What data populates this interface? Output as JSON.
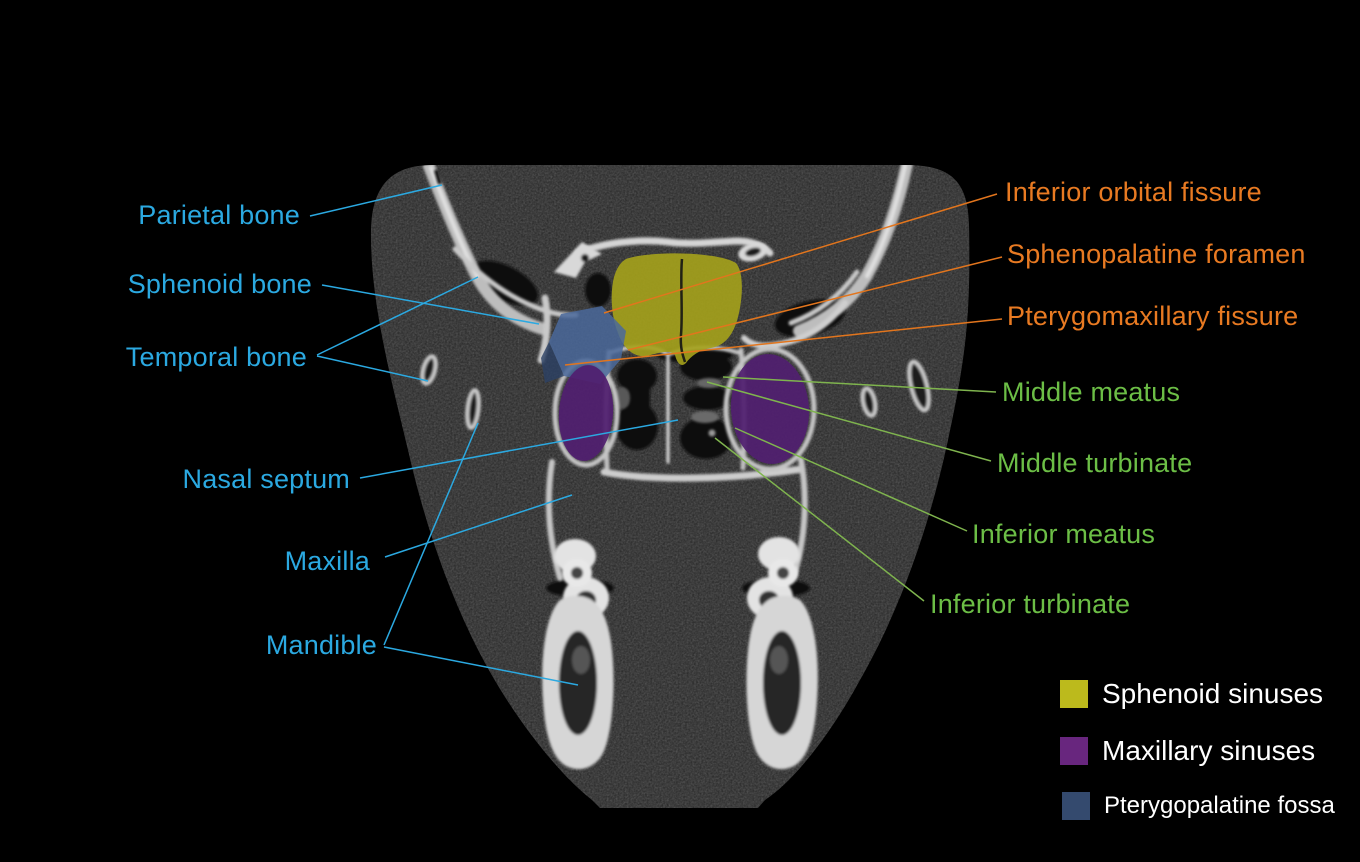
{
  "figure": {
    "description": "Coronal CT slice of the skull with labeled anatomy, colored sinus overlays and a legend",
    "background": "#000000"
  },
  "palette": {
    "label_blue": "#2BA9E1",
    "label_orange": "#E87A22",
    "label_green": "#6CBE46",
    "line_green": "#7FB44E",
    "legend_text": "#FFFFFF"
  },
  "annotations": {
    "skeletal": {
      "color": "#2BA9E1",
      "items": [
        {
          "label": "Parietal bone"
        },
        {
          "label": "Sphenoid bone"
        },
        {
          "label": "Temporal bone"
        },
        {
          "label": "Nasal septum"
        },
        {
          "label": "Maxilla"
        },
        {
          "label": "Mandible"
        }
      ]
    },
    "foramina": {
      "color": "#E87A22",
      "items": [
        {
          "label": "Inferior orbital fissure"
        },
        {
          "label": "Sphenopalatine foramen"
        },
        {
          "label": "Pterygomaxillary fissure"
        }
      ]
    },
    "nasal_passages": {
      "color": "#6CBE46",
      "items": [
        {
          "label": "Middle meatus"
        },
        {
          "label": "Middle turbinate"
        },
        {
          "label": "Inferior meatus"
        },
        {
          "label": "Inferior turbinate"
        }
      ]
    }
  },
  "legend": {
    "items": [
      {
        "label": "Sphenoid sinuses",
        "color": "#BCBA1C"
      },
      {
        "label": "Maxillary sinuses",
        "color": "#68267E"
      },
      {
        "label": "Pterygopalatine fossa",
        "color": "#344A6E"
      }
    ]
  },
  "overlays": {
    "sphenoid_sinuses": "#A5A21B",
    "maxillary_sinuses": "#511F70",
    "pterygopalatine_fossa": "#4A689B"
  }
}
